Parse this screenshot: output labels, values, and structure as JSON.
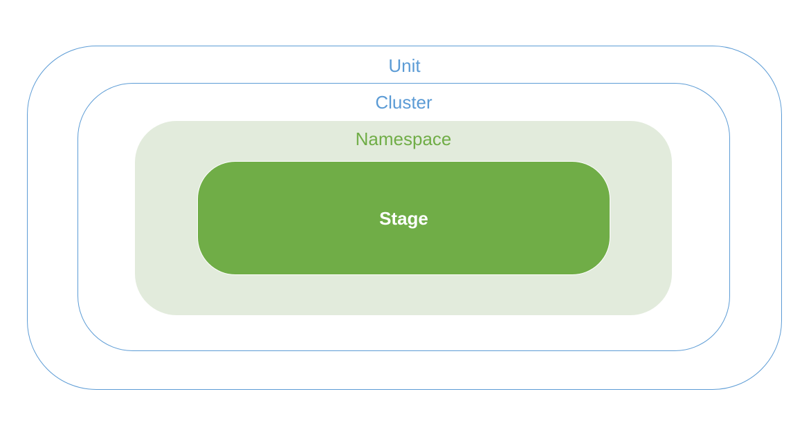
{
  "diagram": {
    "unit": {
      "label": "Unit",
      "color": "#5b9bd5"
    },
    "cluster": {
      "label": "Cluster",
      "color": "#5b9bd5"
    },
    "namespace": {
      "label": "Namespace",
      "color": "#70ad47",
      "fill": "#e2ebdc"
    },
    "stage": {
      "label": "Stage",
      "color": "#ffffff",
      "fill": "#70ad47"
    }
  }
}
